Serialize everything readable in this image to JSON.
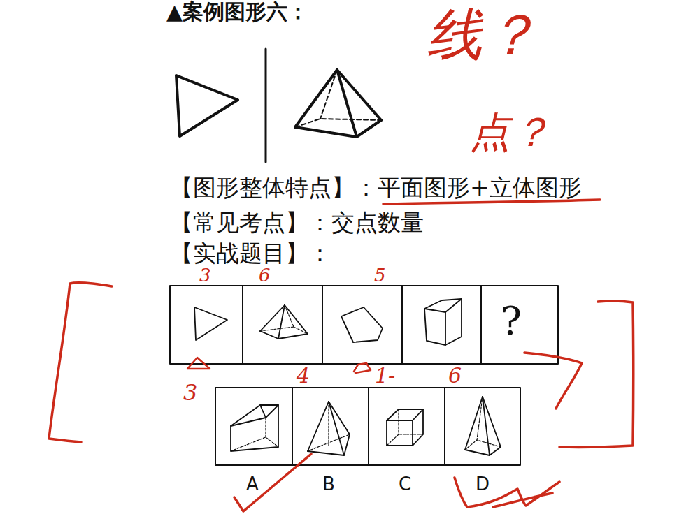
{
  "diagram": {
    "title": "▲案例图形六：",
    "labels": [
      "【图形整体特点】：",
      "平面图形+立体图形",
      "【常见考点】：交点数量",
      "【实战题目】：",
      "?",
      "A",
      "B",
      "C",
      "D",
      "线？",
      "点？",
      "3",
      "6",
      "5",
      "3",
      "4",
      "1-",
      "6"
    ]
  }
}
